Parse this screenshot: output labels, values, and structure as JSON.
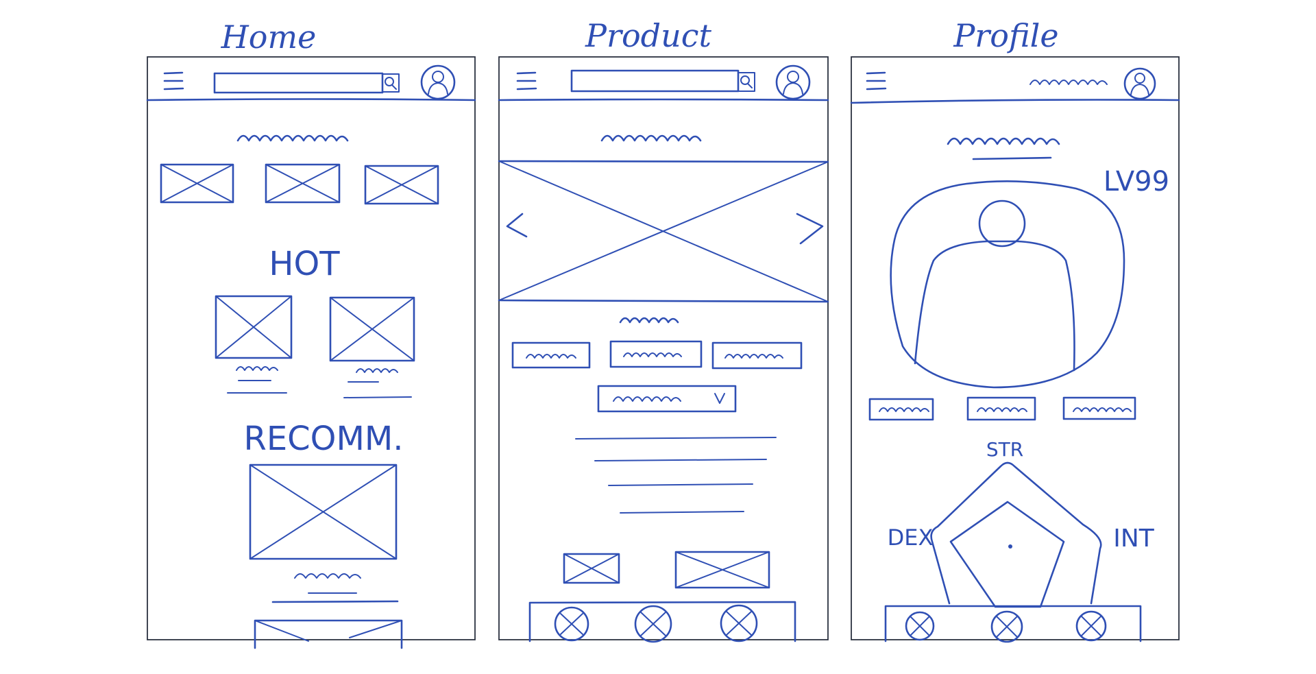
{
  "screens": [
    {
      "title": "Home"
    },
    {
      "title": "Product"
    },
    {
      "title": "Profile"
    }
  ],
  "home": {
    "hot_label": "HOT",
    "recommend_label": "RECOMM."
  },
  "profile": {
    "level": "LV99",
    "stats": [
      "STR",
      "DEX",
      "INT"
    ]
  },
  "colors": {
    "ink": "#2f4fb4",
    "frame": "#2b3140",
    "paper": "#ffffff"
  }
}
